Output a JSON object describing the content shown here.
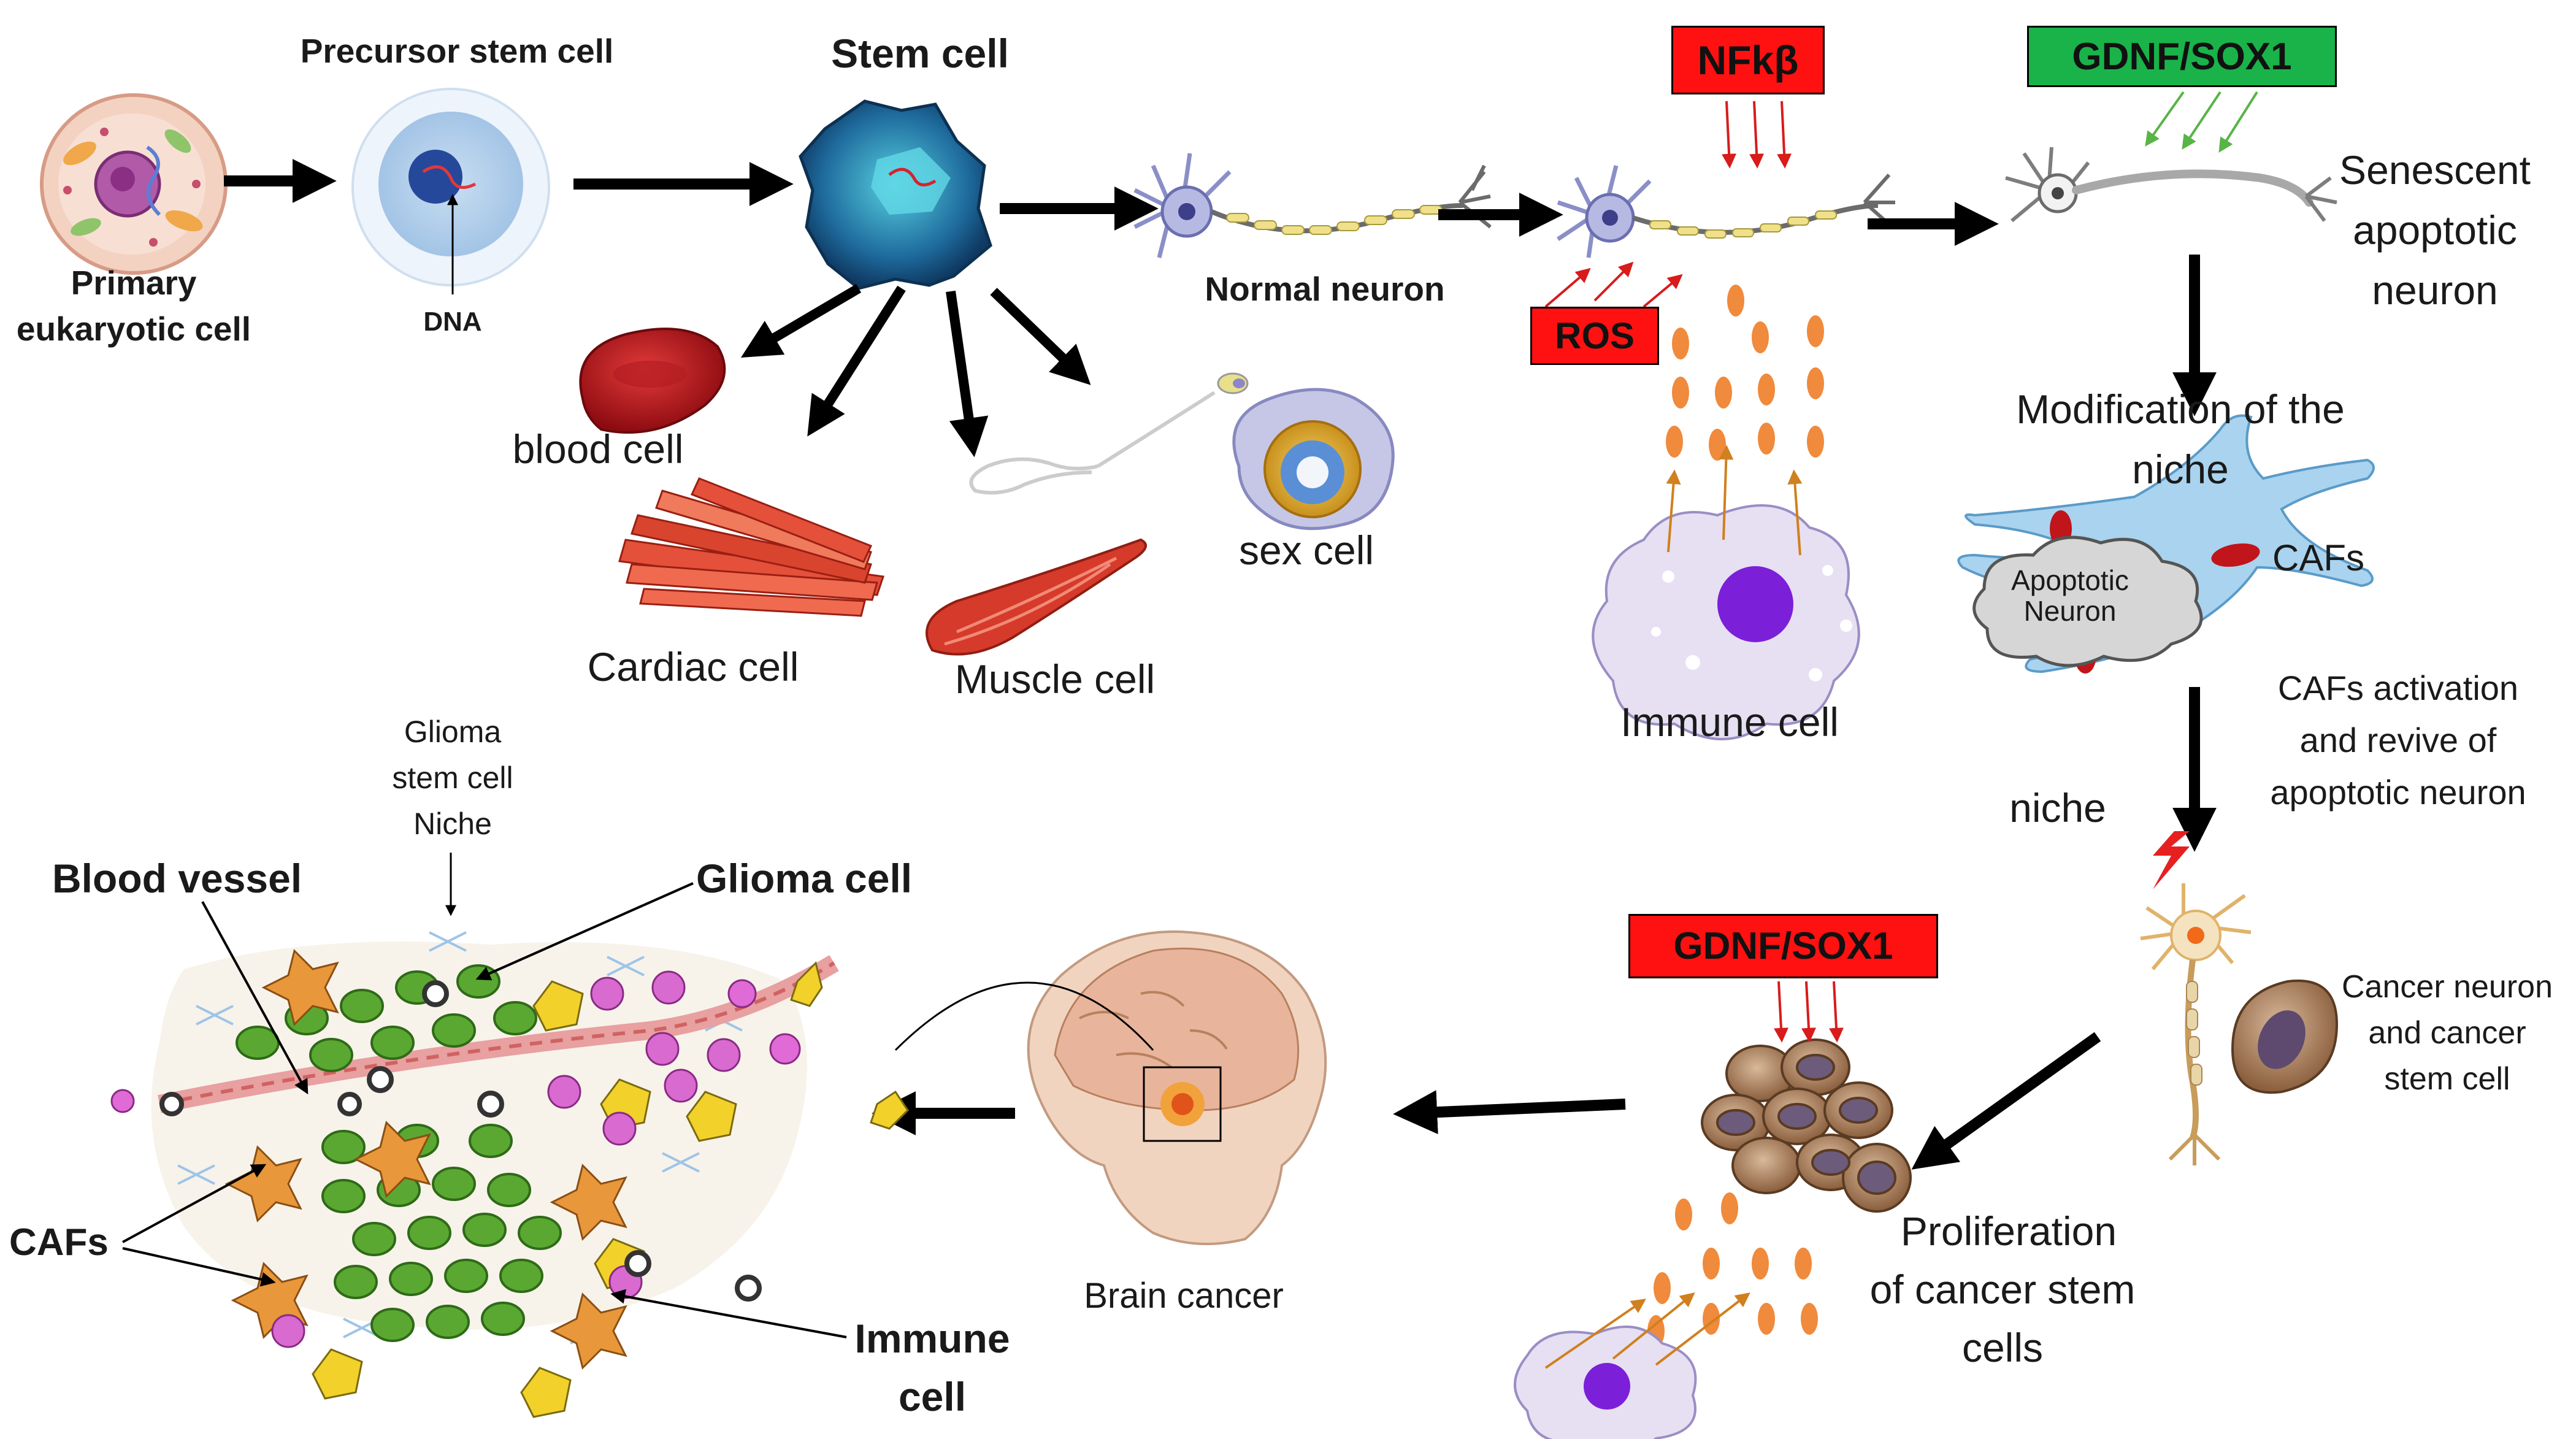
{
  "colors": {
    "red_tag": "#ff1111",
    "green_tag": "#19b34a",
    "arrow": "#000000",
    "red_cell": "#c0151a",
    "muscle": "#d93b2a",
    "purple_nucleus": "#7b1fd9",
    "immune_body": "#e6e0f2",
    "orange_particle": "#f08a3c",
    "caf_blue": "#a9d3ef",
    "cloud_gray": "#d6d6d6",
    "glioma_green": "#5aa832",
    "cancer_stem": "#a4826a"
  },
  "labels": {
    "precursor_stem_cell": "Precursor stem cell",
    "stem_cell": "Stem cell",
    "primary_line1": "Primary",
    "primary_line2": "eukaryotic cell",
    "dna": "DNA",
    "normal_neuron": "Normal neuron",
    "senescent_line1": "Senescent",
    "senescent_line2": "apoptotic",
    "senescent_line3": "neuron",
    "blood_cell": "blood cell",
    "sex_cell": "sex cell",
    "cardiac_cell": "Cardiac cell",
    "muscle_cell": "Muscle cell",
    "immune_cell_top": "Immune cell",
    "modification_line1": "Modification of the",
    "modification_line2": "niche",
    "apoptotic_line1": "Apoptotic",
    "apoptotic_line2": "Neuron",
    "cafs_right": "CAFs",
    "cafs_activation_line1": "CAFs activation",
    "cafs_activation_line2": "and revive of",
    "cafs_activation_line3": "apoptotic  neuron",
    "niche": "niche",
    "cancer_neuron_line1": "Cancer neuron",
    "cancer_neuron_line2": "and cancer",
    "cancer_neuron_line3": "stem cell",
    "proliferation_line1": "Proliferation",
    "proliferation_line2": "of cancer stem",
    "proliferation_line3": "cells",
    "brain_cancer": "Brain cancer",
    "glioma_niche_line1": "Glioma",
    "glioma_niche_line2": "stem cell",
    "glioma_niche_line3": "Niche",
    "blood_vessel": "Blood vessel",
    "glioma_cell": "Glioma cell",
    "cafs_left": "CAFs",
    "immune_bottom_line1": "Immune",
    "immune_bottom_line2": "cell"
  },
  "tags": {
    "nfkb": "NFkβ",
    "ros": "ROS",
    "gdnf_top": "GDNF/SOX1",
    "gdnf_bottom": "GDNF/SOX1"
  }
}
